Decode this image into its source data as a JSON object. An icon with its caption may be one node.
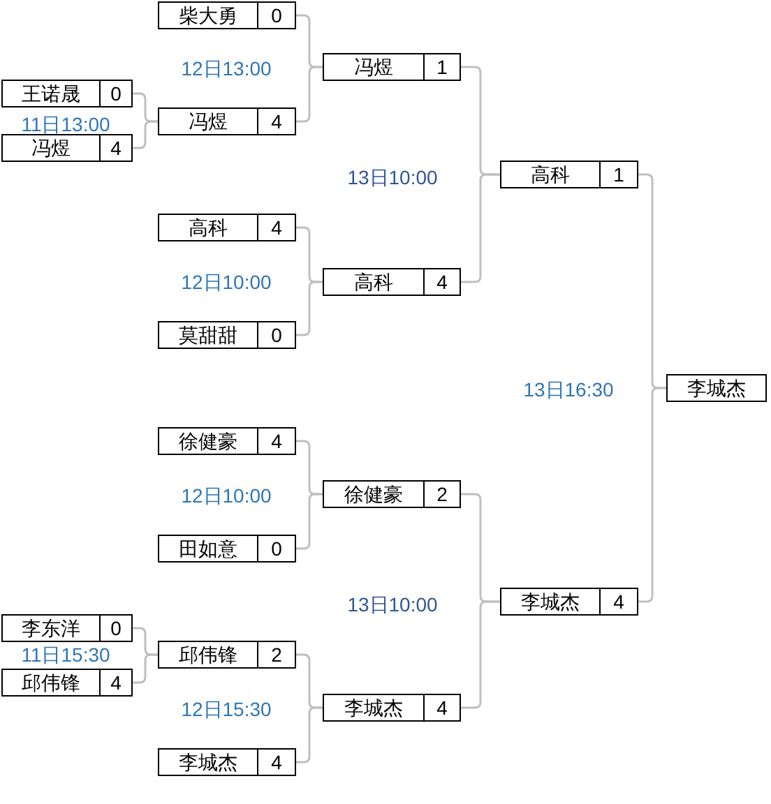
{
  "diagram": {
    "nodes": [
      {
        "text": [
          "王诺晟",
          "0"
        ]
      },
      {
        "text": [
          "冯煜",
          "4"
        ]
      },
      {
        "text": [
          "李东洋",
          "0"
        ]
      },
      {
        "text": [
          "邱伟锋",
          "4"
        ]
      },
      {
        "text": [
          "柴大勇",
          "0"
        ]
      },
      {
        "text": [
          "冯煜",
          "4"
        ]
      },
      {
        "text": [
          "高科",
          "4"
        ]
      },
      {
        "text": [
          "莫甜甜",
          "0"
        ]
      },
      {
        "text": [
          "徐健豪",
          "4"
        ]
      },
      {
        "text": [
          "田如意",
          "0"
        ]
      },
      {
        "text": [
          "邱伟锋",
          "2"
        ]
      },
      {
        "text": [
          "李城杰",
          "4"
        ]
      },
      {
        "text": [
          "冯煜",
          "1"
        ]
      },
      {
        "text": [
          "高科",
          "4"
        ]
      },
      {
        "text": [
          "徐健豪",
          "2"
        ]
      },
      {
        "text": [
          "李城杰",
          "4"
        ]
      },
      {
        "text": [
          "高科",
          "1"
        ]
      },
      {
        "text": [
          "李城杰",
          "4"
        ]
      },
      {
        "text": [
          "李城杰"
        ]
      }
    ],
    "edges": [
      {
        "from": 0,
        "to": 5,
        "arrow": "none"
      },
      {
        "from": 1,
        "to": 5,
        "arrow": "none"
      },
      {
        "from": 2,
        "to": 10,
        "arrow": "none"
      },
      {
        "from": 3,
        "to": 10,
        "arrow": "none"
      },
      {
        "from": 4,
        "to": 12,
        "arrow": "none"
      },
      {
        "from": 5,
        "to": 12,
        "arrow": "none"
      },
      {
        "from": 6,
        "to": 13,
        "arrow": "none"
      },
      {
        "from": 7,
        "to": 13,
        "arrow": "none"
      },
      {
        "from": 8,
        "to": 14,
        "arrow": "none"
      },
      {
        "from": 9,
        "to": 14,
        "arrow": "none"
      },
      {
        "from": 10,
        "to": 15,
        "arrow": "none"
      },
      {
        "from": 11,
        "to": 15,
        "arrow": "none"
      },
      {
        "from": 12,
        "to": 16,
        "arrow": "none"
      },
      {
        "from": 13,
        "to": 16,
        "arrow": "none"
      },
      {
        "from": 14,
        "to": 17,
        "arrow": "none"
      },
      {
        "from": 15,
        "to": 17,
        "arrow": "none"
      },
      {
        "from": 16,
        "to": 18,
        "arrow": "none"
      },
      {
        "from": 17,
        "to": 18,
        "arrow": "none"
      }
    ],
    "labels": [
      "12日13:00",
      "11日13:00",
      "13日10:00",
      "12日10:00",
      "13日16:30",
      "12日10:00",
      "13日10:00",
      "11日15:30",
      "12日15:30"
    ]
  }
}
